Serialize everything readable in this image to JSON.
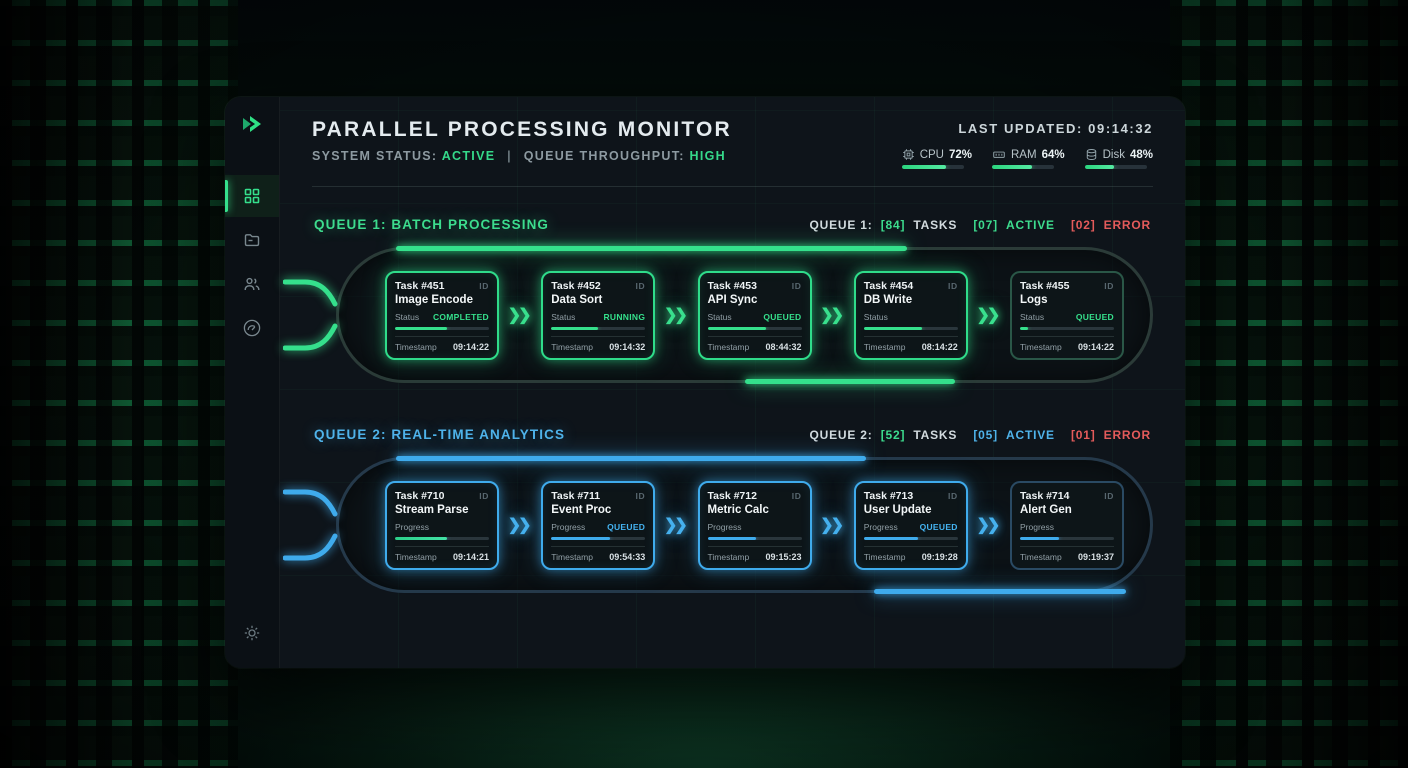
{
  "header": {
    "title": "PARALLEL PROCESSING MONITOR",
    "status_label": "SYSTEM STATUS:",
    "status_value": "ACTIVE",
    "separator": "|",
    "throughput_label": "QUEUE THROUGHPUT:",
    "throughput_value": "HIGH",
    "last_updated": "LAST UPDATED: 09:14:32",
    "meters": [
      {
        "label": "CPU",
        "value": "72%",
        "percent": 72,
        "icon": "cpu-icon"
      },
      {
        "label": "RAM",
        "value": "64%",
        "percent": 64,
        "icon": "ram-icon"
      },
      {
        "label": "Disk",
        "value": "48%",
        "percent": 48,
        "icon": "disk-icon"
      }
    ]
  },
  "sidebar": {
    "logo_icon": "double-chevron-logo",
    "items": [
      {
        "name": "dashboard",
        "icon": "grid-icon",
        "active": true
      },
      {
        "name": "files",
        "icon": "folder-icon",
        "active": false
      },
      {
        "name": "users",
        "icon": "users-icon",
        "active": false
      },
      {
        "name": "performance",
        "icon": "gauge-icon",
        "active": false
      },
      {
        "name": "settings",
        "icon": "gear-icon",
        "active": false
      }
    ]
  },
  "card_labels": {
    "id_tag": "ID",
    "timestamp": "Timestamp"
  },
  "colors": {
    "accent_green": "#35e08c",
    "accent_blue": "#3fabec",
    "error_red": "#e45b5b"
  },
  "queues": [
    {
      "title": "QUEUE 1: BATCH PROCESSING",
      "field_label": "Status",
      "stats": {
        "prefix": "QUEUE 1:",
        "tasks_count": "[84]",
        "tasks_label": "TASKS",
        "active_count": "[07]",
        "active_label": "ACTIVE",
        "error_count": "[02]",
        "error_label": "ERROR"
      },
      "tasks": [
        {
          "task": "Task #451",
          "name": "Image Encode",
          "status": "COMPLETED",
          "progress": 55,
          "timestamp": "09:14:22"
        },
        {
          "task": "Task #452",
          "name": "Data Sort",
          "status": "RUNNING",
          "progress": 50,
          "timestamp": "09:14:32"
        },
        {
          "task": "Task #453",
          "name": "API Sync",
          "status": "QUEUED",
          "progress": 62,
          "timestamp": "08:44:32"
        },
        {
          "task": "Task #454",
          "name": "DB Write",
          "status": "",
          "progress": 62,
          "timestamp": "08:14:22"
        },
        {
          "task": "Task #455",
          "name": "Logs",
          "status": "QUEUED",
          "progress": 8,
          "timestamp": "09:14:22"
        }
      ]
    },
    {
      "title": "QUEUE 2: REAL-TIME ANALYTICS",
      "field_label": "Progress",
      "stats": {
        "prefix": "QUEUE 2:",
        "tasks_count": "[52]",
        "tasks_label": "TASKS",
        "active_count": "[05]",
        "active_label": "ACTIVE",
        "error_count": "[01]",
        "error_label": "ERROR"
      },
      "tasks": [
        {
          "task": "Task #710",
          "name": "Stream Parse",
          "status": "",
          "progress": 55,
          "timestamp": "09:14:21"
        },
        {
          "task": "Task #711",
          "name": "Event Proc",
          "status": "QUEUED",
          "progress": 62,
          "timestamp": "09:54:33"
        },
        {
          "task": "Task #712",
          "name": "Metric Calc",
          "status": "",
          "progress": 52,
          "timestamp": "09:15:23"
        },
        {
          "task": "Task #713",
          "name": "User Update",
          "status": "QUEUED",
          "progress": 58,
          "timestamp": "09:19:28"
        },
        {
          "task": "Task #714",
          "name": "Alert Gen",
          "status": "",
          "progress": 42,
          "timestamp": "09:19:37"
        }
      ]
    }
  ]
}
